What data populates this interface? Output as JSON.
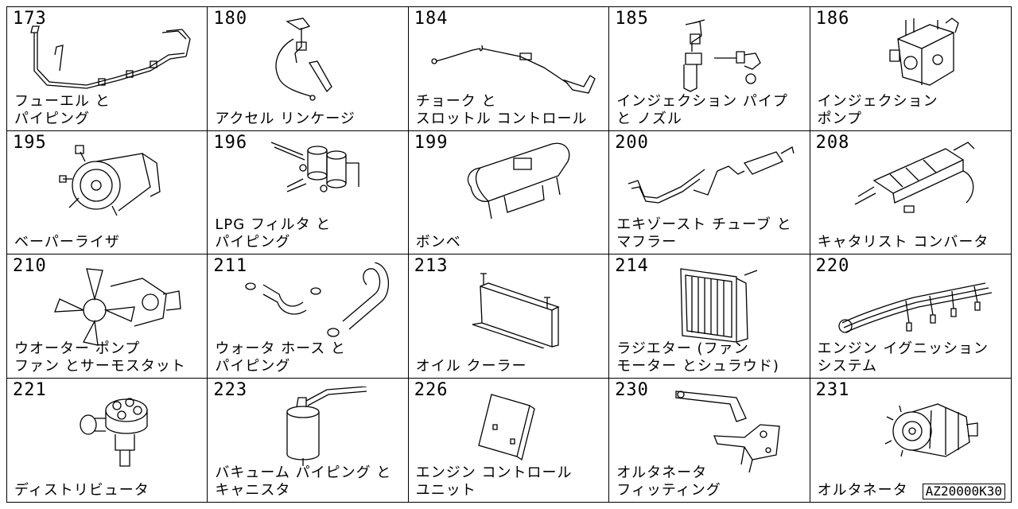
{
  "catalog_code": "AZ20000K30",
  "cells": [
    {
      "number": "173",
      "icon": "fuel-piping-icon",
      "label": [
        "フューエル と",
        "パイピング"
      ]
    },
    {
      "number": "180",
      "icon": "accelerator-linkage-icon",
      "label": [
        "アクセル リンケージ"
      ]
    },
    {
      "number": "184",
      "icon": "choke-cable-icon",
      "label": [
        "チョーク と",
        "スロットル コントロール"
      ]
    },
    {
      "number": "185",
      "icon": "injection-pipe-nozzle-icon",
      "label": [
        "インジェクション パイプ",
        "と ノズル"
      ]
    },
    {
      "number": "186",
      "icon": "injection-pump-icon",
      "label": [
        "インジェクション",
        "ポンプ"
      ]
    },
    {
      "number": "195",
      "icon": "vaporizer-icon",
      "label": [
        "ベーパーライザ"
      ]
    },
    {
      "number": "196",
      "icon": "lpg-filter-icon",
      "label": [
        "LPG フィルタ と",
        "パイピング"
      ]
    },
    {
      "number": "199",
      "icon": "gas-cylinder-icon",
      "label": [
        "ボンベ"
      ]
    },
    {
      "number": "200",
      "icon": "exhaust-muffler-icon",
      "label": [
        "エキゾースト チューブ と",
        "マフラー"
      ]
    },
    {
      "number": "208",
      "icon": "catalytic-converter-icon",
      "label": [
        "キャタリスト コンバータ"
      ]
    },
    {
      "number": "210",
      "icon": "water-pump-fan-icon",
      "label": [
        "ウオーター ポンプ",
        "ファン とサーモスタット"
      ]
    },
    {
      "number": "211",
      "icon": "water-hose-icon",
      "label": [
        "ウォータ ホース と",
        "パイピング"
      ]
    },
    {
      "number": "213",
      "icon": "oil-cooler-icon",
      "label": [
        "オイル クーラー"
      ]
    },
    {
      "number": "214",
      "icon": "radiator-icon",
      "label": [
        "ラジエター (ファン",
        "モーター とシュラウド)"
      ]
    },
    {
      "number": "220",
      "icon": "ignition-wires-icon",
      "label": [
        "エンジン イグニッション",
        "システム"
      ]
    },
    {
      "number": "221",
      "icon": "distributor-icon",
      "label": [
        "ディストリビュータ"
      ]
    },
    {
      "number": "223",
      "icon": "vacuum-canister-icon",
      "label": [
        "バキューム パイピング と",
        "キャニスタ"
      ]
    },
    {
      "number": "226",
      "icon": "engine-control-unit-icon",
      "label": [
        "エンジン コントロール",
        "ユニット"
      ]
    },
    {
      "number": "230",
      "icon": "alternator-bracket-icon",
      "label": [
        "オルタネータ",
        "フィッティング"
      ]
    },
    {
      "number": "231",
      "icon": "alternator-icon",
      "label": [
        "オルタネータ"
      ]
    }
  ]
}
